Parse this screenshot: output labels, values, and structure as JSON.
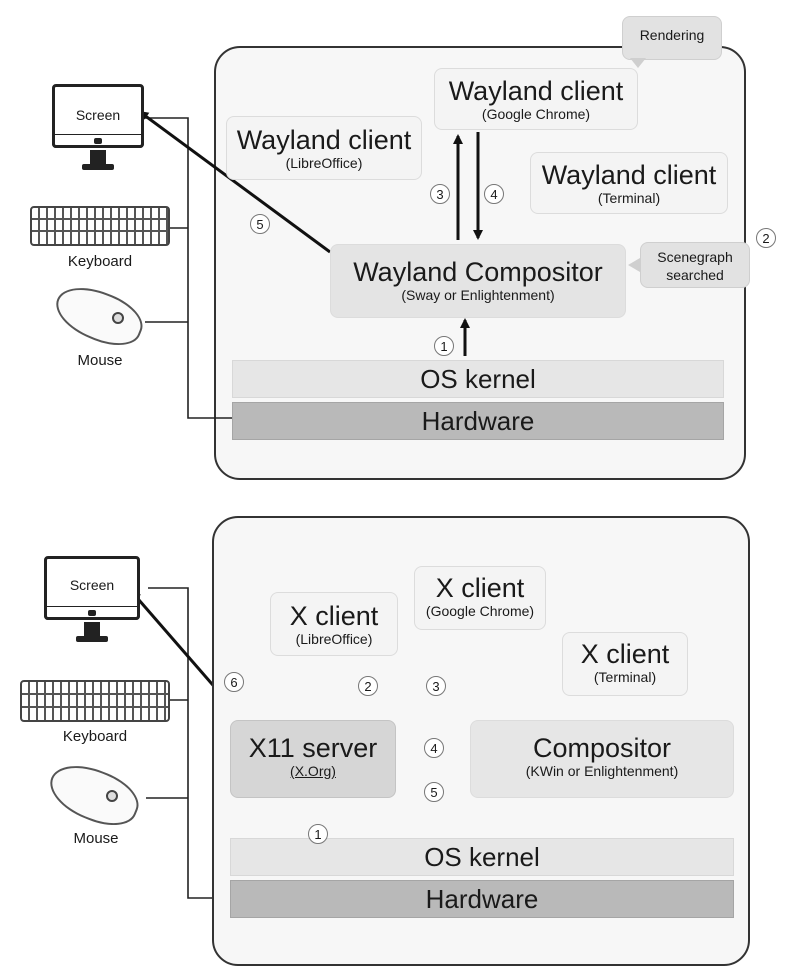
{
  "wayland": {
    "screen": "Screen",
    "keyboard": "Keyboard",
    "mouse": "Mouse",
    "client_libreoffice": {
      "title": "Wayland client",
      "sub": "(LibreOffice)"
    },
    "client_chrome": {
      "title": "Wayland client",
      "sub": "(Google Chrome)"
    },
    "client_terminal": {
      "title": "Wayland client",
      "sub": "(Terminal)"
    },
    "rendering": "Rendering",
    "scenegraph": "Scenegraph searched",
    "compositor": {
      "title": "Wayland Compositor",
      "sub": "(Sway or Enlightenment)"
    },
    "os_kernel": "OS kernel",
    "hardware": "Hardware",
    "steps": [
      "1",
      "2",
      "3",
      "4",
      "5"
    ]
  },
  "x11": {
    "screen": "Screen",
    "keyboard": "Keyboard",
    "mouse": "Mouse",
    "client_libreoffice": {
      "title": "X client",
      "sub": "(LibreOffice)"
    },
    "client_chrome": {
      "title": "X client",
      "sub": "(Google Chrome)"
    },
    "client_terminal": {
      "title": "X client",
      "sub": "(Terminal)"
    },
    "server": {
      "title": "X11 server",
      "sub": "(X.Org)"
    },
    "compositor": {
      "title": "Compositor",
      "sub": "(KWin or Enlightenment)"
    },
    "os_kernel": "OS kernel",
    "hardware": "Hardware",
    "steps": [
      "1",
      "2",
      "3",
      "4",
      "5",
      "6"
    ]
  }
}
